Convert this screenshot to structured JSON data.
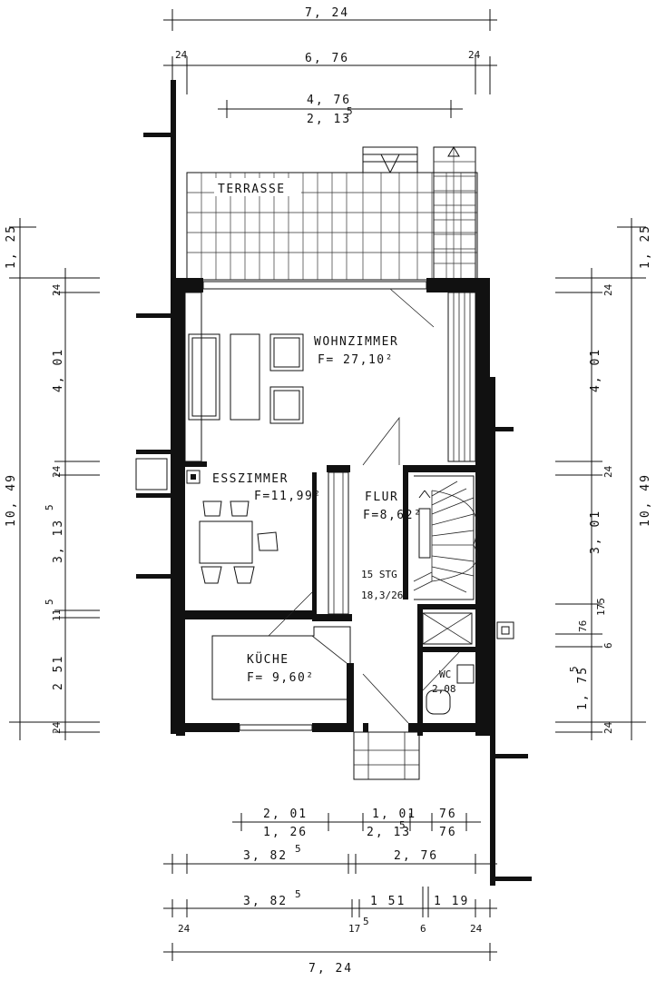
{
  "rooms": {
    "terrasse": "TERRASSE",
    "wohnzimmer": "WOHNZIMMER",
    "wohnzimmer_area": "F= 27,10²",
    "esszimmer": "ESSZIMMER",
    "esszimmer_area": "F=11,99²",
    "flur": "FLUR",
    "flur_area": "F=8,62²",
    "kueche": "KÜCHE",
    "kueche_area": "F= 9,60²",
    "wc": "WC",
    "wc_area": "2,08",
    "stairs": "15 STG",
    "stairs_ratio": "18,3/26"
  },
  "dims_top": {
    "total": "7, 24",
    "inner": "6, 76",
    "wall_left": "24",
    "wall_right": "24",
    "terrace_width": "4, 76",
    "terrace_sub": "2, 13",
    "terrace_sub_sup": "5"
  },
  "dims_left": {
    "terrace": "1, 25",
    "w1": "24",
    "wohn": "4, 01",
    "w2": "24",
    "ess": "3, 13",
    "ess_sup": "5",
    "w3": "11",
    "w3_sup": "5",
    "kueche": "2  51",
    "w4": "24",
    "total": "10, 49"
  },
  "dims_right": {
    "terrace": "1, 25",
    "w1": "24",
    "wohn": "4, 01",
    "w2": "24",
    "flur": "3, 01",
    "w3": "175",
    "d1": "76",
    "d2": "6",
    "wc": "1, 75",
    "wc_sup": "5",
    "w4": "24",
    "total": "10, 49"
  },
  "dims_bottom": {
    "r1a": "2, 01",
    "r1b": "1, 26",
    "r1c": "1, 01",
    "r1d": "2, 13",
    "r1d_sup": "5",
    "r1e": "76",
    "r1f": "76",
    "r2a": "3, 82",
    "r2a_sup": "5",
    "r2b": "2, 76",
    "r3a": "3, 82",
    "r3a_sup": "5",
    "r3b": "1  51",
    "r3c": "1  19",
    "r4a": "24",
    "r4b": "17",
    "r4b_sup": "5",
    "r4c": "6",
    "r4d": "24",
    "total": "7, 24"
  }
}
